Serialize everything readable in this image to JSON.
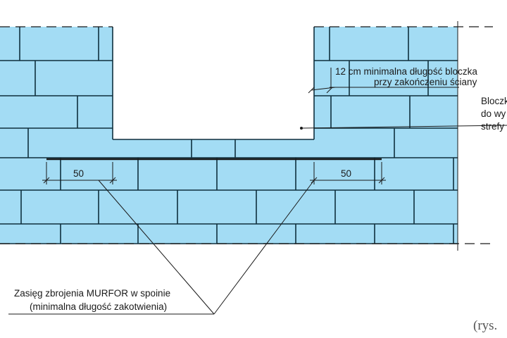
{
  "labels": {
    "min_block_line1": "12 cm minimalna długość bloczka",
    "min_block_line2": "przy zakończeniu ściany",
    "block_side_line1": "Bloczk",
    "block_side_line2": "do wy",
    "block_side_line3": "strefy",
    "dim_left": "50",
    "dim_right": "50",
    "reinforcement_line1": "Zasięg zbrojenia MURFOR w spoinie",
    "reinforcement_line2": "(minimalna długość zakotwienia)",
    "figure_ref": "(rys."
  },
  "colors": {
    "wall_fill": "#a3dcf4",
    "mortar_line": "#0f2f3d",
    "reinforcement": "#1a1a1a"
  }
}
